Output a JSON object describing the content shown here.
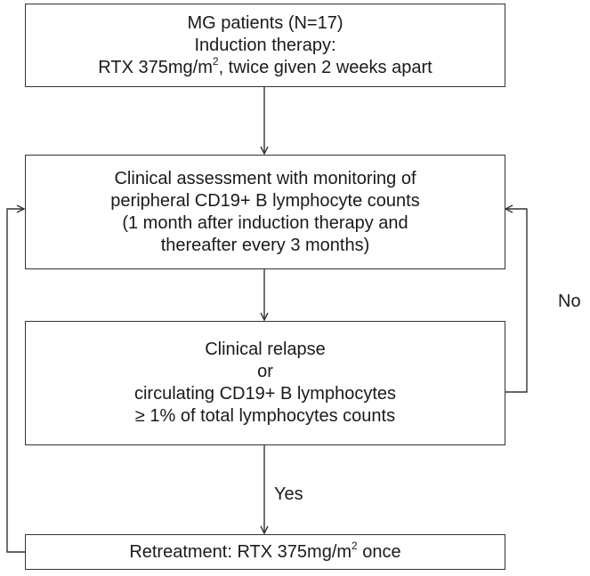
{
  "boxes": {
    "induction": {
      "line1": "MG patients (N=17)",
      "line2": "Induction therapy:",
      "line3_pre": "RTX 375mg/m",
      "line3_sup": "2",
      "line3_post": ", twice given 2 weeks apart"
    },
    "assessment": {
      "line1": "Clinical assessment with monitoring of",
      "line2": "peripheral CD19+ B lymphocyte counts",
      "line3": "(1 month after induction therapy and",
      "line4": "thereafter every 3 months)"
    },
    "relapse": {
      "line1": "Clinical relapse",
      "line2": "or",
      "line3": "circulating CD19+ B lymphocytes",
      "line4": "≥ 1% of total lymphocytes counts"
    },
    "retreatment": {
      "pre": "Retreatment: RTX 375mg/m",
      "sup": "2",
      "post": " once"
    }
  },
  "edges": {
    "no_label": "No",
    "yes_label": "Yes"
  }
}
